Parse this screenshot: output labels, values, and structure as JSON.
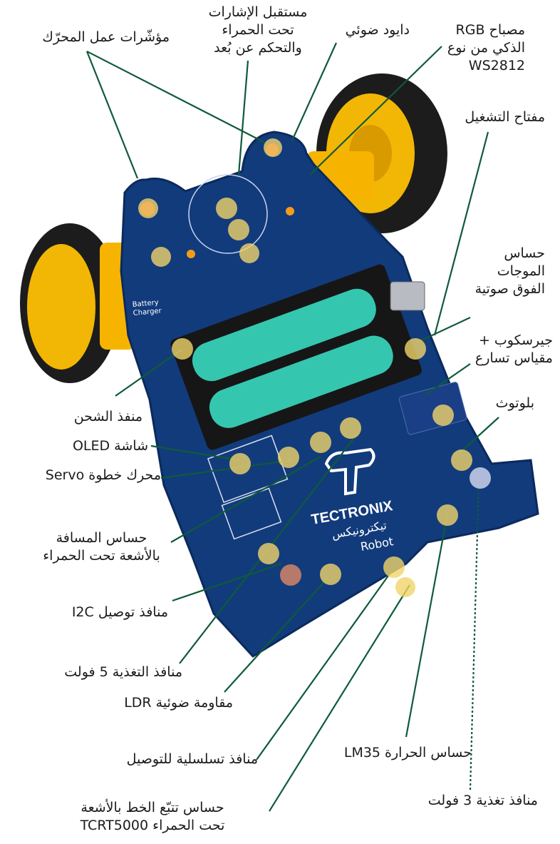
{
  "colors": {
    "board": "#123b7c",
    "board_edge": "#0b2a5c",
    "wheel": "#1c1c1c",
    "hub": "#f2b705",
    "motor": "#f6b400",
    "battery": "#35c6b0",
    "holder": "#161616",
    "leader": "#0f5a3a",
    "marker": "#f1d46a"
  },
  "board": {
    "logo_text": "TECTRONIX",
    "logo_arabic": "تيكترونيكس",
    "model_text": "Robot",
    "charger_text": "Battery\nCharger"
  },
  "labels": [
    {
      "id": "motor-indicators",
      "text": "مؤشّرات عمل المحرّك"
    },
    {
      "id": "ir-receiver",
      "text": "مستقبل الإشارات\nتحت الحمراء\nوالتحكم عن بُعد"
    },
    {
      "id": "photodiode",
      "text": "دايود ضوئي"
    },
    {
      "id": "rgb-led",
      "text": "مصباح RGB\nالذكي من نوع\nWS2812"
    },
    {
      "id": "power-switch",
      "text": "مفتاح التشغيل"
    },
    {
      "id": "ultrasonic",
      "text": "حساس\nالموجات\nالفوق صوتية"
    },
    {
      "id": "gyro",
      "text": "جيرسكوب +\nمقياس تسارع"
    },
    {
      "id": "bluetooth",
      "text": "بلوتوث"
    },
    {
      "id": "charge-port",
      "text": "منفذ الشحن"
    },
    {
      "id": "oled",
      "text": "شاشة OLED"
    },
    {
      "id": "servo",
      "text": "محرك خطوة Servo"
    },
    {
      "id": "ir-distance",
      "text": "حساس المسافة\nبالأشعة تحت الحمراء"
    },
    {
      "id": "i2c",
      "text": "منافذ توصيل I2C"
    },
    {
      "id": "power-5v",
      "text": "منافذ التغذية 5 فولت"
    },
    {
      "id": "ldr",
      "text": "مقاومة ضوئية LDR"
    },
    {
      "id": "serial",
      "text": "منافذ تسلسلية للتوصيل"
    },
    {
      "id": "lm35",
      "text": "حساس الحرارة LM35"
    },
    {
      "id": "line-tracker",
      "text": "حساس تتبّع الخط بالأشعة\nتحت الحمراء TCRT5000"
    },
    {
      "id": "power-3v",
      "text": "منافذ تغذية 3 فولت"
    }
  ]
}
